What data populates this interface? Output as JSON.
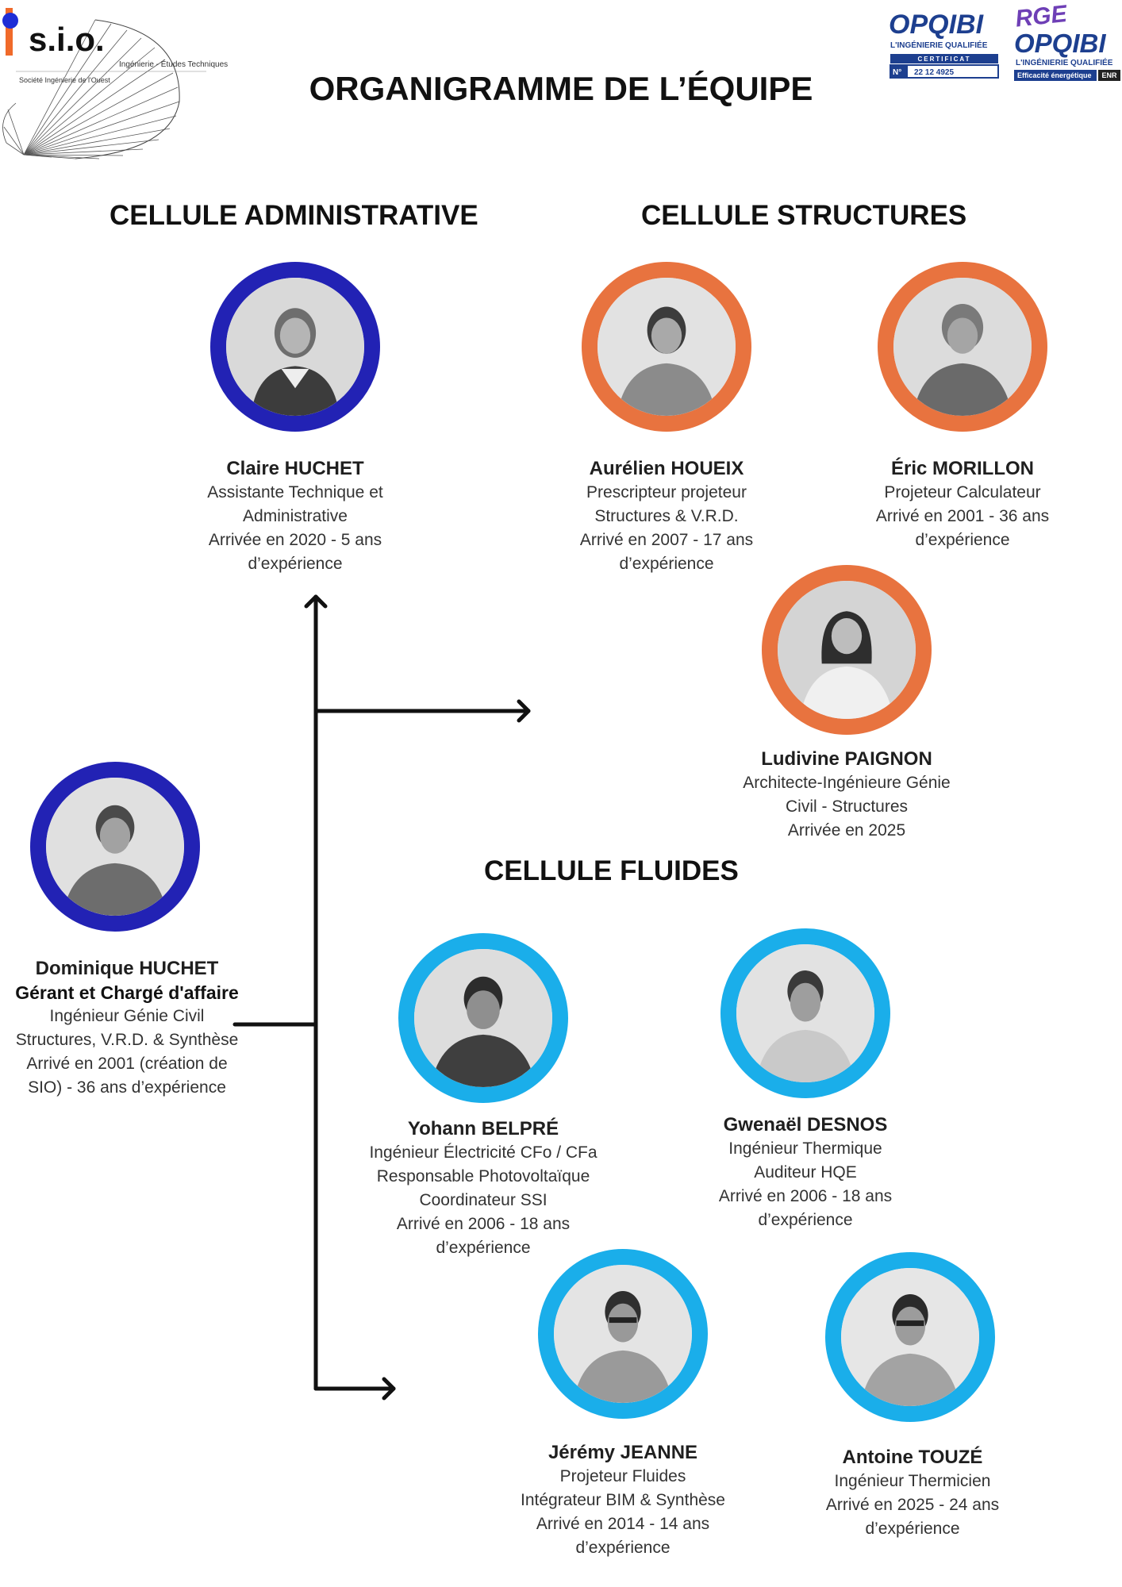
{
  "header": {
    "title": "ORGANIGRAMME DE L’ÉQUIPE",
    "company_logo": {
      "name": "s.i.o.",
      "tagline": "Ingénierie - Études Techniques",
      "subtitle": "Société Ingénierie de l'Ouest"
    },
    "certifications": [
      {
        "brand": "OPQIBI",
        "tagline": "L'INGÉNIERIE QUALIFIÉE",
        "label": "CERTIFICAT",
        "number_prefix": "N°",
        "number": "22 12 4925"
      },
      {
        "brand": "OPQIBI",
        "prefix": "RGE",
        "tagline": "L'INGÉNIERIE QUALIFIÉE",
        "footer": "Efficacité énergétique",
        "badge": "ENR"
      }
    ]
  },
  "cells": {
    "admin": {
      "title": "CELLULE ADMINISTRATIVE",
      "color": "#2222B4"
    },
    "structures": {
      "title": "CELLULE STRUCTURES",
      "color": "#E8733F"
    },
    "fluides": {
      "title": "CELLULE FLUIDES",
      "color": "#1AAEEA"
    }
  },
  "people": {
    "dominique": {
      "name": "Dominique HUCHET",
      "role": "Gérant et Chargé d'affaire",
      "lines": [
        "Ingénieur Génie Civil",
        "Structures, V.R.D. & Synthèse",
        "Arrivé en 2001 (création de",
        "SIO) - 36 ans d’expérience"
      ]
    },
    "claire": {
      "name": "Claire HUCHET",
      "lines": [
        "Assistante Technique et",
        "Administrative",
        "Arrivée en 2020 - 5 ans",
        "d’expérience"
      ]
    },
    "aurelien": {
      "name": "Aurélien HOUEIX",
      "lines": [
        "Prescripteur projeteur",
        "Structures & V.R.D.",
        "Arrivé en 2007 - 17 ans",
        "d’expérience"
      ]
    },
    "eric": {
      "name": "Éric MORILLON",
      "lines": [
        "Projeteur Calculateur",
        "Arrivé en 2001 - 36 ans",
        "d’expérience"
      ]
    },
    "ludivine": {
      "name": "Ludivine PAIGNON",
      "lines": [
        "Architecte-Ingénieure Génie",
        "Civil - Structures",
        "Arrivée en 2025"
      ]
    },
    "yohann": {
      "name": "Yohann BELPRÉ",
      "lines": [
        "Ingénieur Électricité CFo / CFa",
        "Responsable Photovoltaïque",
        "Coordinateur SSI",
        "Arrivé en 2006 - 18 ans",
        "d’expérience"
      ]
    },
    "gwenael": {
      "name": "Gwenaël DESNOS",
      "lines": [
        "Ingénieur Thermique",
        "Auditeur HQE",
        "Arrivé en 2006 - 18 ans",
        "d’expérience"
      ]
    },
    "jeremy": {
      "name": "Jérémy JEANNE",
      "lines": [
        "Projeteur Fluides",
        "Intégrateur BIM & Synthèse",
        "Arrivé en 2014 - 14 ans",
        "d’expérience"
      ]
    },
    "antoine": {
      "name": "Antoine TOUZÉ",
      "lines": [
        "Ingénieur Thermicien",
        "Arrivé en 2025 - 24 ans",
        "d’expérience"
      ]
    }
  }
}
